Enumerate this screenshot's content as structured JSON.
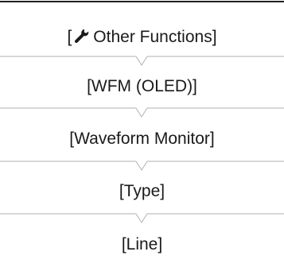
{
  "steps": [
    {
      "prefix": "[",
      "label": "Other Functions]",
      "icon": "tool-icon"
    },
    {
      "label": "[WFM (OLED)]"
    },
    {
      "label": "[Waveform Monitor]"
    },
    {
      "label": "[Type]"
    },
    {
      "label": "[Line]"
    }
  ],
  "colors": {
    "text": "#1a1a1a",
    "top_rule": "#222222",
    "divider": "#b0b0b0"
  }
}
